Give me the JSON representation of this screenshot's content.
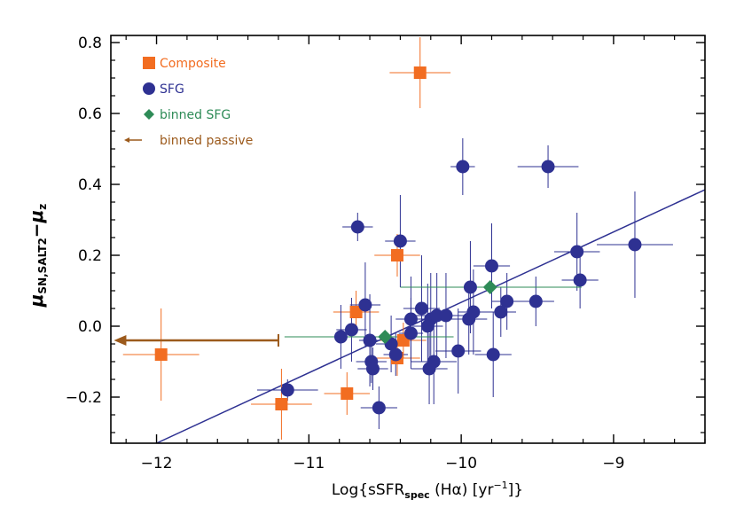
{
  "chart_data": {
    "type": "scatter",
    "xlabel": {
      "main": "Log{sSFR",
      "sub": "spec",
      "rest": " (Hα) [yr",
      "sup": "−1",
      "tail": "]}"
    },
    "ylabel": {
      "mu": "μ",
      "sub1": "SN,SALT2",
      "minus": "−",
      "mu2": "μ",
      "sub2": "z"
    },
    "xlim": [
      -12.3,
      -8.4
    ],
    "ylim": [
      -0.33,
      0.82
    ],
    "xticks": [
      -12,
      -11,
      -10,
      -9
    ],
    "xtick_labels": [
      "−12",
      "−11",
      "−10",
      "−9"
    ],
    "yticks": [
      -0.2,
      0.0,
      0.2,
      0.4,
      0.6,
      0.8
    ],
    "ytick_labels": [
      "−0.2",
      "0.0",
      "0.2",
      "0.4",
      "0.6",
      "0.8"
    ],
    "colors": {
      "composite": "#f26d21",
      "sfg": "#2e3192",
      "binned_sfg": "#2e8b57",
      "binned_passive": "#9c5a1c",
      "fit": "#2e3192"
    },
    "legend": [
      {
        "label": "Composite",
        "marker": "square",
        "color": "#f26d21"
      },
      {
        "label": "SFG",
        "marker": "circle",
        "color": "#2e3192"
      },
      {
        "label": "binned SFG",
        "marker": "diamond",
        "color": "#2e8b57"
      },
      {
        "label": "binned passive",
        "marker": "arrow",
        "color": "#9c5a1c"
      }
    ],
    "fit_line": {
      "x": [
        -12.0,
        -8.4
      ],
      "y": [
        -0.33,
        0.385
      ]
    },
    "series": [
      {
        "name": "Composite",
        "marker": "square",
        "color": "#f26d21",
        "points": [
          {
            "x": -11.97,
            "y": -0.08,
            "xerr": 0.25,
            "yerr": 0.13
          },
          {
            "x": -11.18,
            "y": -0.22,
            "xerr": 0.2,
            "yerr": 0.1
          },
          {
            "x": -10.75,
            "y": -0.19,
            "xerr": 0.15,
            "yerr": 0.06
          },
          {
            "x": -10.69,
            "y": 0.04,
            "xerr": 0.15,
            "yerr": 0.06
          },
          {
            "x": -10.42,
            "y": -0.09,
            "xerr": 0.15,
            "yerr": 0.05
          },
          {
            "x": -10.38,
            "y": -0.04,
            "xerr": 0.15,
            "yerr": 0.05
          },
          {
            "x": -10.42,
            "y": 0.2,
            "xerr": 0.15,
            "yerr": 0.06
          },
          {
            "x": -10.27,
            "y": 0.715,
            "xerr": 0.2,
            "yerr": 0.1
          }
        ]
      },
      {
        "name": "SFG",
        "marker": "circle",
        "color": "#2e3192",
        "points": [
          {
            "x": -11.14,
            "y": -0.18,
            "xerr": 0.2,
            "yerr": 0.03
          },
          {
            "x": -10.79,
            "y": -0.03,
            "xerr": 0.1,
            "yerr": 0.09
          },
          {
            "x": -10.72,
            "y": -0.01,
            "xerr": 0.1,
            "yerr": 0.09
          },
          {
            "x": -10.68,
            "y": 0.28,
            "xerr": 0.1,
            "yerr": 0.04
          },
          {
            "x": -10.63,
            "y": 0.06,
            "xerr": 0.1,
            "yerr": 0.12
          },
          {
            "x": -10.6,
            "y": -0.04,
            "xerr": 0.07,
            "yerr": 0.13
          },
          {
            "x": -10.59,
            "y": -0.1,
            "xerr": 0.1,
            "yerr": 0.06
          },
          {
            "x": -10.58,
            "y": -0.12,
            "xerr": 0.1,
            "yerr": 0.06
          },
          {
            "x": -10.54,
            "y": -0.23,
            "xerr": 0.12,
            "yerr": 0.06
          },
          {
            "x": -10.46,
            "y": -0.05,
            "xerr": 0.1,
            "yerr": 0.08
          },
          {
            "x": -10.43,
            "y": -0.08,
            "xerr": 0.08,
            "yerr": 0.06
          },
          {
            "x": -10.4,
            "y": 0.24,
            "xerr": 0.1,
            "yerr": 0.13
          },
          {
            "x": -10.33,
            "y": 0.02,
            "xerr": 0.1,
            "yerr": 0.12
          },
          {
            "x": -10.33,
            "y": -0.02,
            "xerr": 0.08,
            "yerr": 0.1
          },
          {
            "x": -10.26,
            "y": 0.05,
            "xerr": 0.12,
            "yerr": 0.15
          },
          {
            "x": -10.22,
            "y": 0.0,
            "xerr": 0.1,
            "yerr": 0.12
          },
          {
            "x": -10.2,
            "y": 0.02,
            "xerr": 0.1,
            "yerr": 0.13
          },
          {
            "x": -10.21,
            "y": -0.12,
            "xerr": 0.12,
            "yerr": 0.1
          },
          {
            "x": -10.18,
            "y": -0.1,
            "xerr": 0.15,
            "yerr": 0.12
          },
          {
            "x": -10.16,
            "y": 0.03,
            "xerr": 0.15,
            "yerr": 0.12
          },
          {
            "x": -10.1,
            "y": 0.03,
            "xerr": 0.15,
            "yerr": 0.12
          },
          {
            "x": -10.02,
            "y": -0.07,
            "xerr": 0.15,
            "yerr": 0.12
          },
          {
            "x": -9.99,
            "y": 0.45,
            "xerr": 0.08,
            "yerr": 0.08
          },
          {
            "x": -9.95,
            "y": 0.02,
            "xerr": 0.12,
            "yerr": 0.1
          },
          {
            "x": -9.94,
            "y": 0.11,
            "xerr": 0.12,
            "yerr": 0.13
          },
          {
            "x": -9.92,
            "y": 0.04,
            "xerr": 0.1,
            "yerr": 0.12
          },
          {
            "x": -9.8,
            "y": 0.17,
            "xerr": 0.12,
            "yerr": 0.12
          },
          {
            "x": -9.79,
            "y": -0.08,
            "xerr": 0.12,
            "yerr": 0.12
          },
          {
            "x": -9.74,
            "y": 0.04,
            "xerr": 0.1,
            "yerr": 0.07
          },
          {
            "x": -9.7,
            "y": 0.07,
            "xerr": 0.1,
            "yerr": 0.08
          },
          {
            "x": -9.51,
            "y": 0.07,
            "xerr": 0.12,
            "yerr": 0.07
          },
          {
            "x": -9.43,
            "y": 0.45,
            "xerr": 0.2,
            "yerr": 0.06
          },
          {
            "x": -9.24,
            "y": 0.21,
            "xerr": 0.15,
            "yerr": 0.11
          },
          {
            "x": -9.22,
            "y": 0.13,
            "xerr": 0.12,
            "yerr": 0.08
          },
          {
            "x": -8.86,
            "y": 0.23,
            "xerr": 0.25,
            "yerr": 0.15
          }
        ]
      },
      {
        "name": "binned SFG",
        "marker": "diamond",
        "color": "#2e8b57",
        "points": [
          {
            "x": -10.5,
            "y": -0.03,
            "xerr_lo": 0.66,
            "xerr_hi": 0.45,
            "yerr": 0.0
          },
          {
            "x": -9.81,
            "y": 0.11,
            "xerr_lo": 0.59,
            "xerr_hi": 0.6,
            "yerr": 0.0
          }
        ]
      },
      {
        "name": "binned passive",
        "marker": "arrow",
        "color": "#9c5a1c",
        "points": [
          {
            "x": -11.2,
            "y": -0.04,
            "arrow_to": -12.28
          }
        ]
      }
    ]
  }
}
